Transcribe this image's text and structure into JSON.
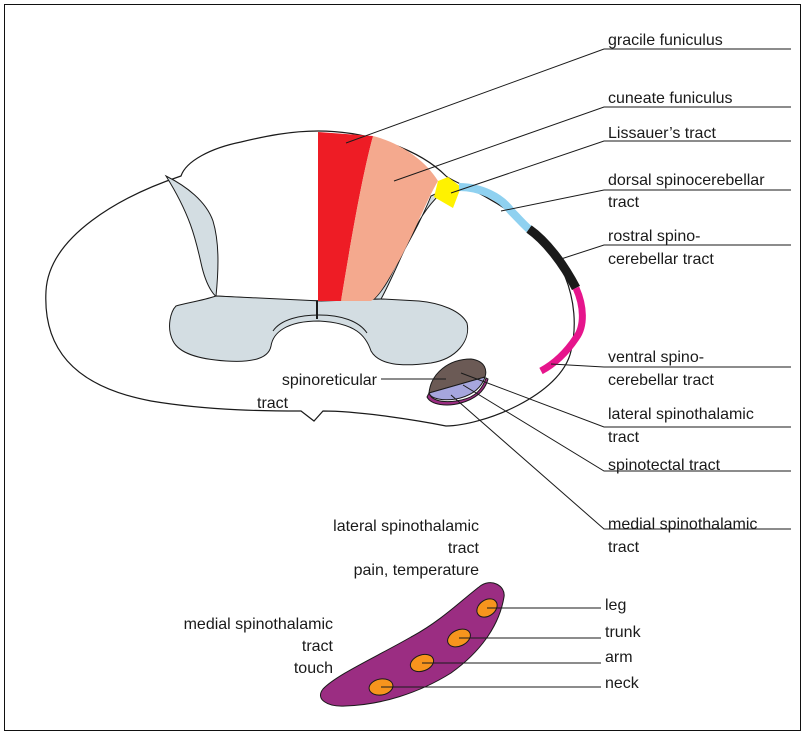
{
  "labels": {
    "gracile": "gracile funiculus",
    "cuneate": "cuneate  funiculus",
    "lissauer": "Lissauer’s tract",
    "dorsal_sc_1": "dorsal spinocerebellar",
    "dorsal_sc_2": "tract",
    "rostral_sc_1": "rostral  spino-",
    "rostral_sc_2": "cerebellar tract",
    "ventral_sc_1": "ventral  spino-",
    "ventral_sc_2": "cerebellar  tract",
    "spinoreticular_1": "spinoreticular",
    "spinoreticular_2": "tract",
    "lateral_st_1": "lateral spinothalamic",
    "lateral_st_2": "tract",
    "spinotectal": "spinotectal tract",
    "medial_st_1": "medial spinothalamic",
    "medial_st_2": "tract"
  },
  "detail": {
    "lateral_1": "lateral spinothalamic",
    "lateral_2": "tract",
    "lateral_3": "pain, temperature",
    "medial_1": "medial spinothalamic",
    "medial_2": "tract",
    "medial_3": "touch",
    "leg": "leg",
    "trunk": "trunk",
    "arm": "arm",
    "neck": "neck"
  },
  "colors": {
    "gracile": "#ee1c25",
    "cuneate": "#f4a98e",
    "lissauer": "#fff200",
    "dorsal_spinocerebellar": "#8fd1f0",
    "rostral_spinocerebellar": "#1a1a1a",
    "ventral_spinocerebellar": "#e6158c",
    "gray_matter": "#d3dde2",
    "spinothalamic_band": "#9b2d82",
    "somatotopy_spot": "#f7941d",
    "spinoreticular": "#6b5a55",
    "spinotectal": "#a6a6de"
  }
}
